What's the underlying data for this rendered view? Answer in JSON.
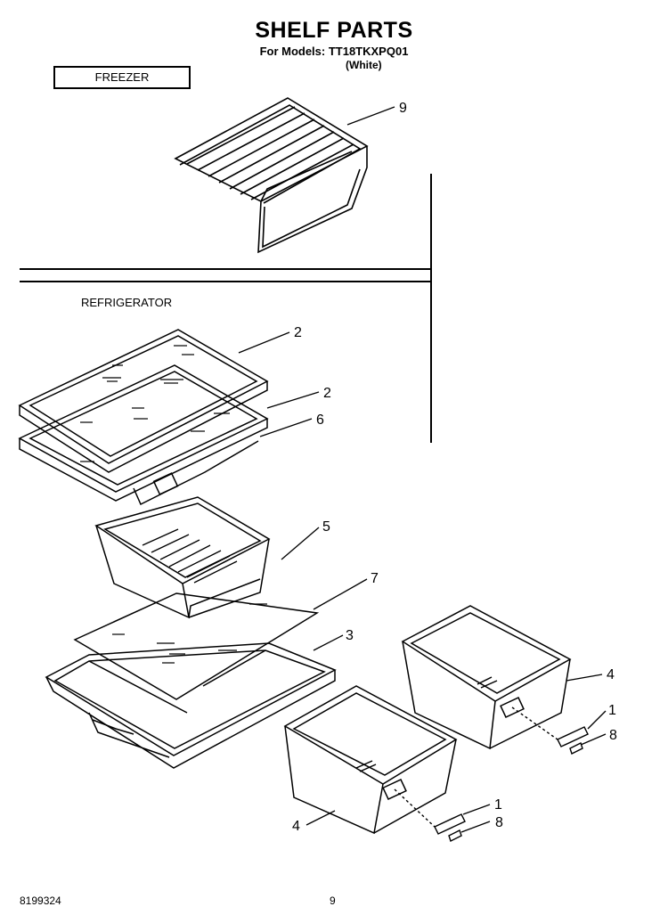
{
  "header": {
    "title": "SHELF PARTS",
    "subtitle": "For Models: TT18TKXPQ01",
    "variant": "(White)"
  },
  "sections": {
    "freezer": "FREEZER",
    "refrigerator": "REFRIGERATOR"
  },
  "callouts": [
    "9",
    "2",
    "2",
    "6",
    "5",
    "7",
    "3",
    "4",
    "1",
    "8",
    "4",
    "1",
    "8"
  ],
  "footer": {
    "doc_number": "8199324",
    "page": "9"
  }
}
